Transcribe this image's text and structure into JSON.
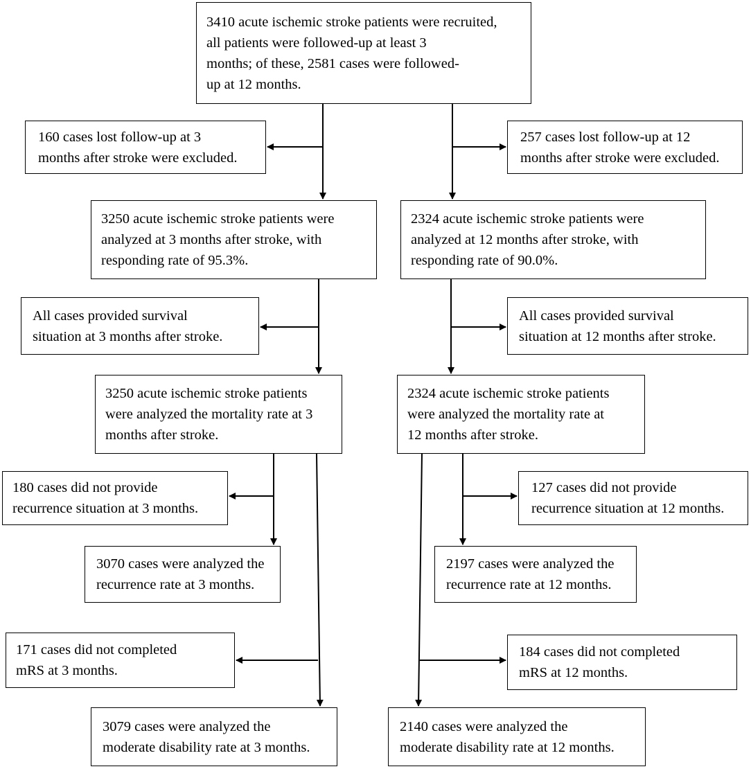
{
  "boxes": {
    "top": "3410 acute ischemic stroke patients were recruited,\nall patients were followed-up at least 3\nmonths; of these, 2581 cases were followed-\nup at 12 months.",
    "lost_3m": "160 cases lost follow-up at 3\nmonths after stroke were excluded.",
    "lost_12m": "257 cases lost follow-up at 12\nmonths after stroke were excluded.",
    "analyzed_3m": "3250 acute ischemic stroke patients were\nanalyzed at 3 months after stroke, with\nresponding rate of 95.3%.",
    "analyzed_12m": "2324 acute ischemic stroke patients were\nanalyzed at 12 months after stroke, with\nresponding rate of 90.0%.",
    "survival_3m": "All cases provided survival\nsituation at 3 months after stroke.",
    "survival_12m": "All cases provided survival\nsituation at 12 months after stroke.",
    "mortality_3m": "3250 acute ischemic stroke patients\nwere analyzed the mortality rate at 3\nmonths after stroke.",
    "mortality_12m": "2324 acute ischemic stroke patients\nwere analyzed the mortality rate at\n12 months after stroke.",
    "no_recurrence_3m": "180 cases did not provide\nrecurrence situation at 3 months.",
    "no_recurrence_12m": "127 cases did not provide\nrecurrence situation at 12 months.",
    "recurrence_3m": "3070 cases were analyzed the\nrecurrence rate at 3 months.",
    "recurrence_12m": "2197 cases were analyzed the\nrecurrence rate at 12 months.",
    "no_mrs_3m": "171 cases did not completed\nmRS at 3 months.",
    "no_mrs_12m": "184 cases did not completed\nmRS at 12 months.",
    "disability_3m": "3079 cases were analyzed the\nmoderate disability rate at 3 months.",
    "disability_12m": "2140 cases were analyzed the\nmoderate disability rate at 12 months."
  }
}
